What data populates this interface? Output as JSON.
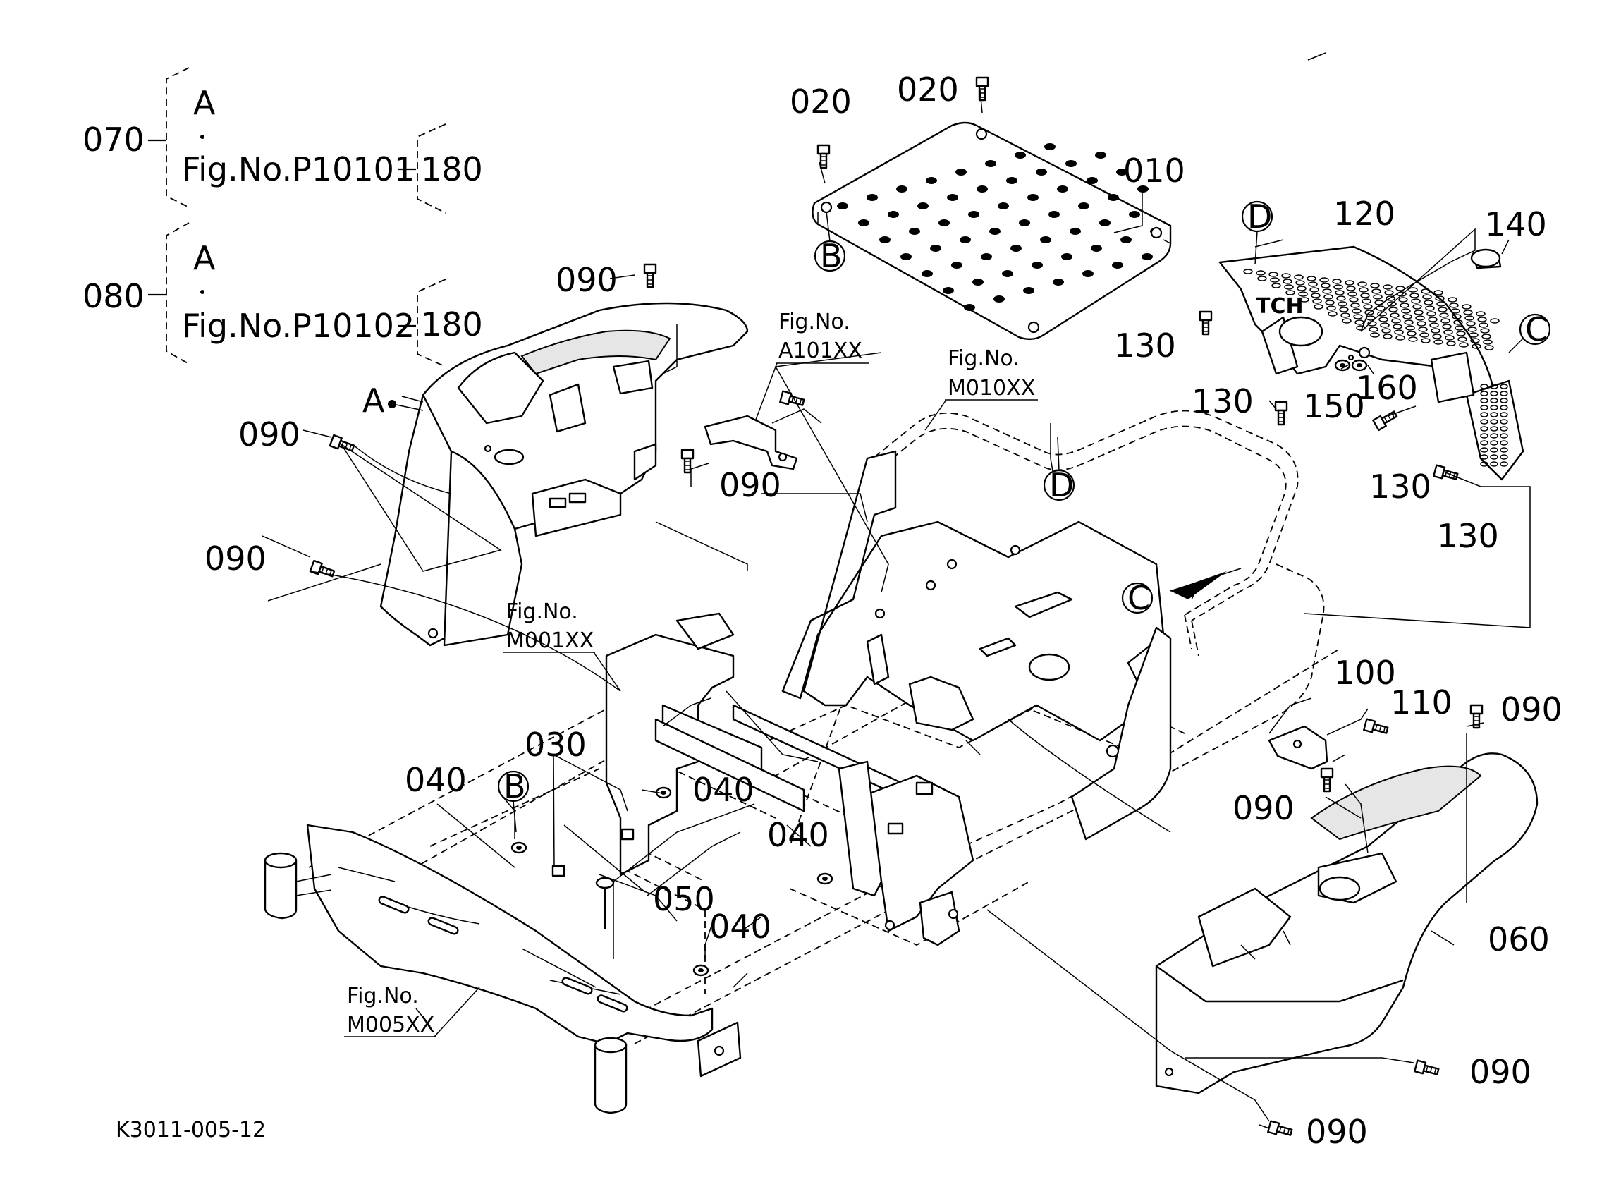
{
  "diagram": {
    "drawing_code": "K3011-005-12",
    "legend": [
      {
        "ref": "070",
        "letter": "A",
        "fig": "Fig.No.P10101",
        "bracket": "180"
      },
      {
        "ref": "080",
        "letter": "A",
        "fig": "Fig.No.P10102",
        "bracket": "180"
      }
    ],
    "callouts": {
      "c010": "010",
      "c020a": "020",
      "c020b": "020",
      "c030": "030",
      "c040a": "040",
      "c040b": "040",
      "c040c": "040",
      "c040d": "040",
      "c050": "050",
      "c060": "060",
      "c090a": "090",
      "c090b": "090",
      "c090c": "090",
      "c090d": "090",
      "c090e": "090",
      "c090f": "090",
      "c090g": "090",
      "c090h": "090",
      "c100": "100",
      "c110": "110",
      "c120": "120",
      "c130a": "130",
      "c130b": "130",
      "c130c": "130",
      "c130d": "130",
      "c140": "140",
      "c150": "150",
      "c160": "160"
    },
    "markers": {
      "A": "A",
      "B1": "B",
      "B2": "B",
      "C1": "C",
      "C2": "C",
      "D1": "D",
      "D2": "D"
    },
    "fig_refs": {
      "a101_title": "Fig.No.",
      "a101_code": "A101XX",
      "m010_title": "Fig.No.",
      "m010_code": "M010XX",
      "m001_title": "Fig.No.",
      "m001_code": "M001XX",
      "m005_title": "Fig.No.",
      "m005_code": "M005XX"
    },
    "decal_text": "TCH"
  }
}
